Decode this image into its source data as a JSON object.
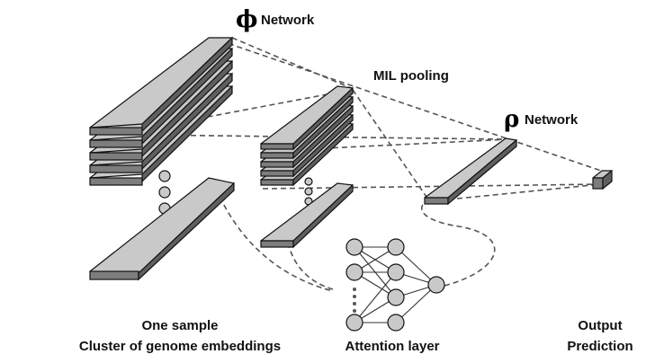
{
  "phi_network": {
    "symbol": "ϕ",
    "label": "Network"
  },
  "mil_pooling": {
    "label": "MIL pooling"
  },
  "rho_network": {
    "symbol": "ρ",
    "label": "Network"
  },
  "captions": {
    "sample_line1": "One sample",
    "sample_line2": "Cluster of genome embeddings",
    "attention": "Attention layer",
    "output_line1": "Output",
    "output_line2": "Prediction"
  },
  "colors": {
    "slab_fill": "#c9c9c9",
    "slab_edge": "#7d7d7d",
    "node_fill": "#c9c9c9",
    "dash": "#555555"
  }
}
